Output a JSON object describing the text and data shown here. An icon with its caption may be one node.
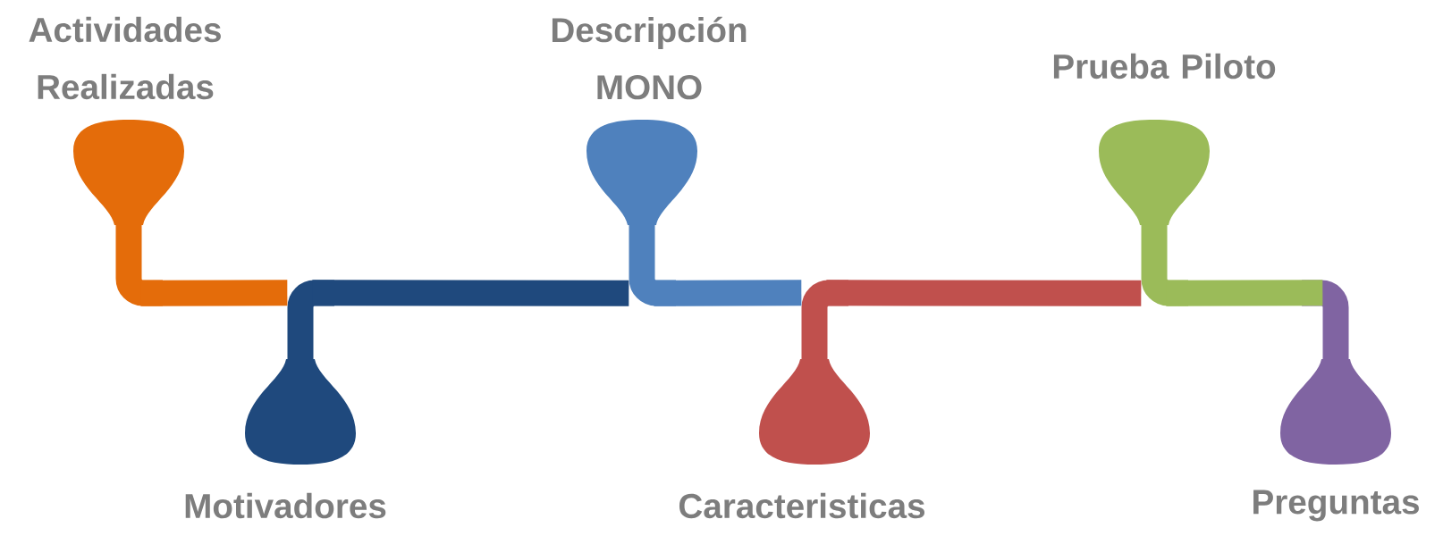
{
  "diagram": {
    "nodes": [
      {
        "text": [
          "Actividades Realizadas"
        ]
      },
      {
        "text": [
          "Motivadores"
        ]
      },
      {
        "text": [
          "Descripción MONO"
        ]
      },
      {
        "text": [
          "Caracteristicas"
        ]
      },
      {
        "text": [
          "Prueba Piloto"
        ]
      },
      {
        "text": [
          "Preguntas"
        ]
      }
    ],
    "edges": [
      {
        "from": 0,
        "to": 1,
        "arrow": "none",
        "color": "#e46c0a"
      },
      {
        "from": 1,
        "to": 2,
        "arrow": "none",
        "color": "#1f497d"
      },
      {
        "from": 2,
        "to": 3,
        "arrow": "none",
        "color": "#4f81bd"
      },
      {
        "from": 3,
        "to": 4,
        "arrow": "none",
        "color": "#c0504d"
      },
      {
        "from": 4,
        "to": 5,
        "arrow": "none",
        "color": "#9bbb59"
      }
    ]
  }
}
